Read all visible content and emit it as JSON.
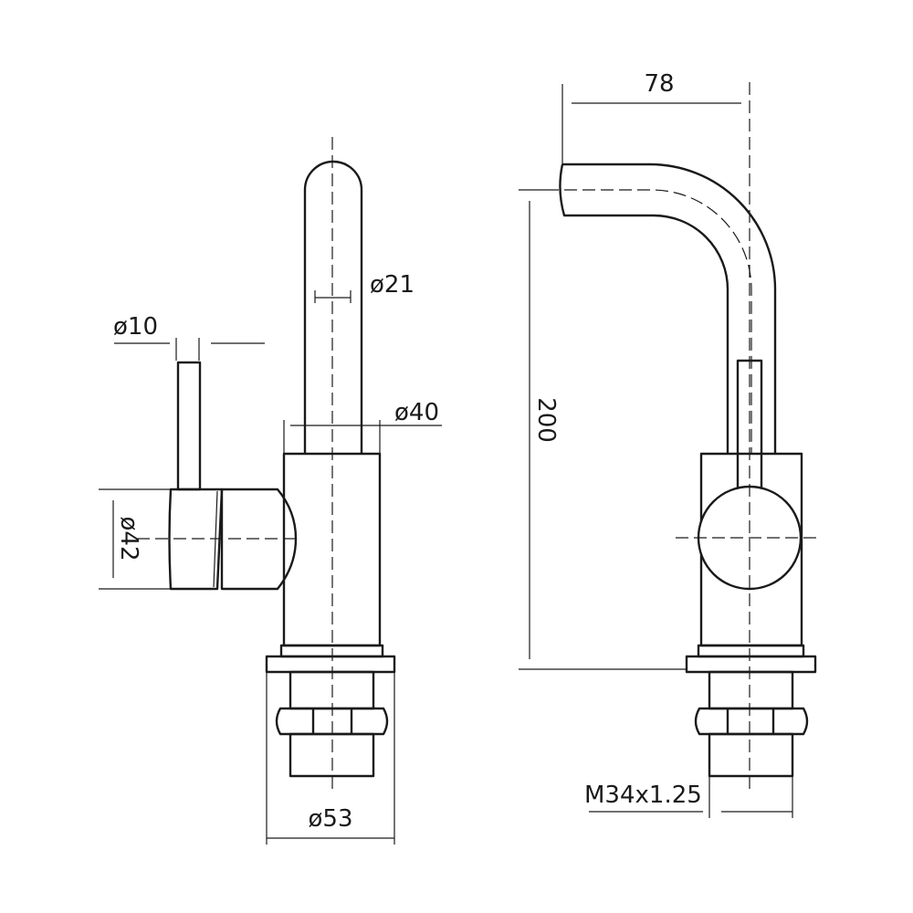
{
  "views": {
    "side": {
      "dimensions": {
        "lever_diameter": "ø10",
        "spout_diameter": "ø21",
        "body_diameter": "ø40",
        "handle_diameter": "ø42",
        "base_diameter": "ø53"
      }
    },
    "front": {
      "dimensions": {
        "reach": "78",
        "height": "200",
        "thread": "M34x1.25"
      }
    }
  }
}
